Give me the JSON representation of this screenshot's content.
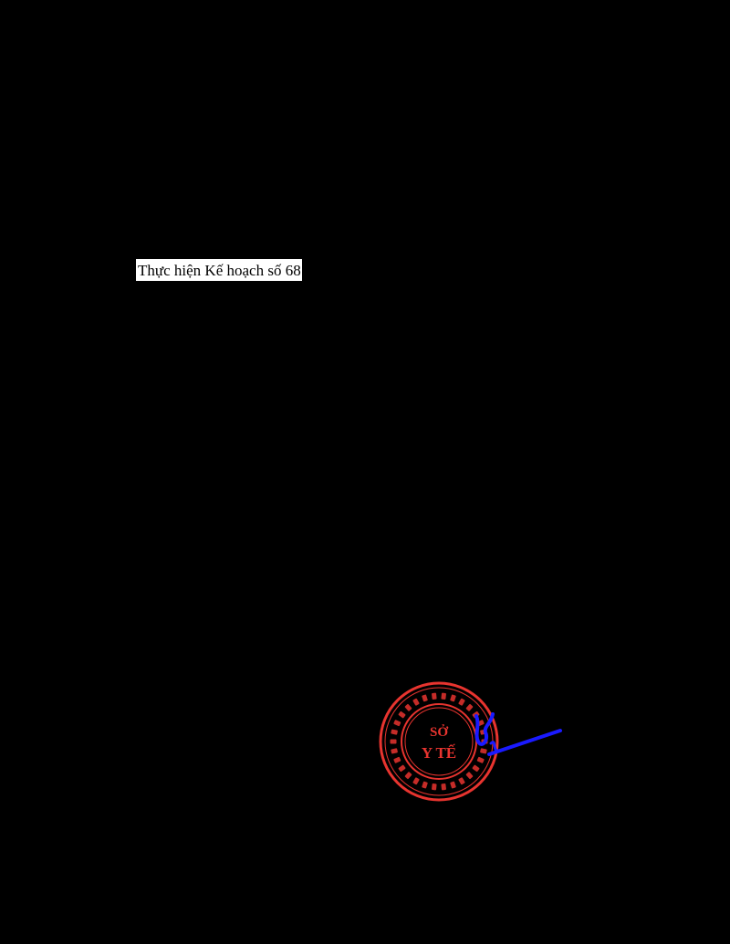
{
  "document": {
    "text_fragment": "Thực hiện Kế hoạch số 68"
  },
  "stamp": {
    "line1": "SỞ",
    "line2": "Y TẾ",
    "color": "#e8342f"
  },
  "signature": {
    "color": "#1a1aff"
  }
}
